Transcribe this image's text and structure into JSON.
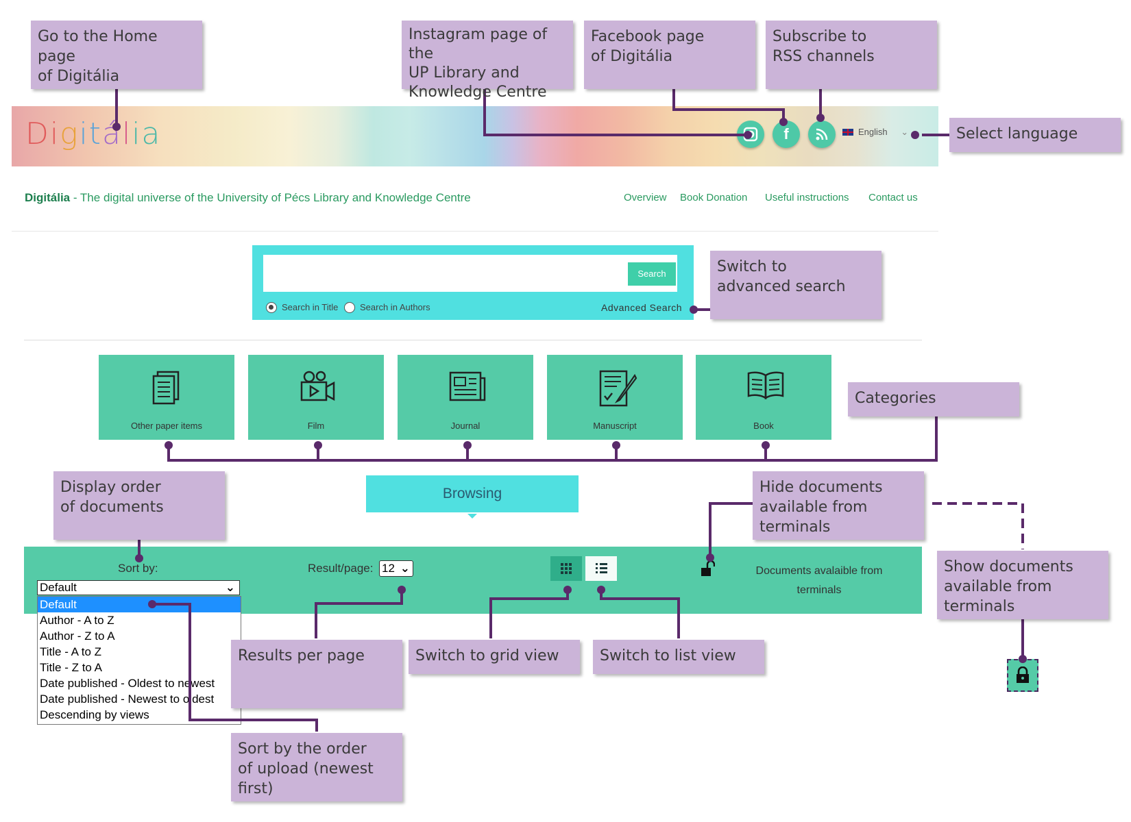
{
  "header": {
    "logo_text": "Digitália",
    "language": "English",
    "social": [
      {
        "name": "instagram-icon",
        "glyph": "◙"
      },
      {
        "name": "facebook-icon",
        "glyph": "f"
      },
      {
        "name": "rss-icon",
        "glyph": "∿"
      }
    ],
    "colors": {
      "social": "#4ec9a7",
      "accent": "#2a9a60"
    }
  },
  "nav": {
    "brand": "Digitália",
    "tagline": " - The digital universe of the University of Pécs Library and Knowledge Centre",
    "links": [
      "Overview",
      "Book Donation",
      "Useful instructions",
      "Contact us"
    ]
  },
  "search": {
    "button": "Search",
    "radio_title": "Search in Title",
    "radio_authors": "Search in Authors",
    "advanced": "Advanced Search"
  },
  "categories": [
    {
      "label": "Other paper items",
      "icon": "paper-stack-icon"
    },
    {
      "label": "Film",
      "icon": "film-camera-icon"
    },
    {
      "label": "Journal",
      "icon": "journal-icon"
    },
    {
      "label": "Manuscript",
      "icon": "manuscript-icon"
    },
    {
      "label": "Book",
      "icon": "book-icon"
    }
  ],
  "browsing": "Browsing",
  "filter": {
    "sort_label": "Sort by:",
    "sort_value": "Default",
    "sort_options": [
      "Default",
      "Author - A to Z",
      "Author - Z to A",
      "Title - A to Z",
      "Title - Z to A",
      "Date published - Oldest to newest",
      "Date published - Newest to oldest",
      "Descending by views"
    ],
    "perpage_label": "Result/page:",
    "perpage_value": "12",
    "terminals_text": "Documents avalaible from terminals"
  },
  "annotations": {
    "home": "Go to the Home page\nof Digitália",
    "instagram": "Instagram page of the\nUP Library and\nKnowledge Centre",
    "facebook": "Facebook page\nof Digitália",
    "rss": "Subscribe to\nRSS channels",
    "language": "Select language",
    "advanced": "Switch to\nadvanced search",
    "categories": "Categories",
    "display_order": "Display order\nof documents",
    "hide_docs": "Hide documents\navailable from terminals",
    "show_docs": "Show documents\navailable from terminals",
    "results_per_page": "Results per page",
    "grid_view": "Switch to grid view",
    "list_view": "Switch to list view",
    "sort_upload": "Sort by the order\nof upload (newest first)"
  }
}
